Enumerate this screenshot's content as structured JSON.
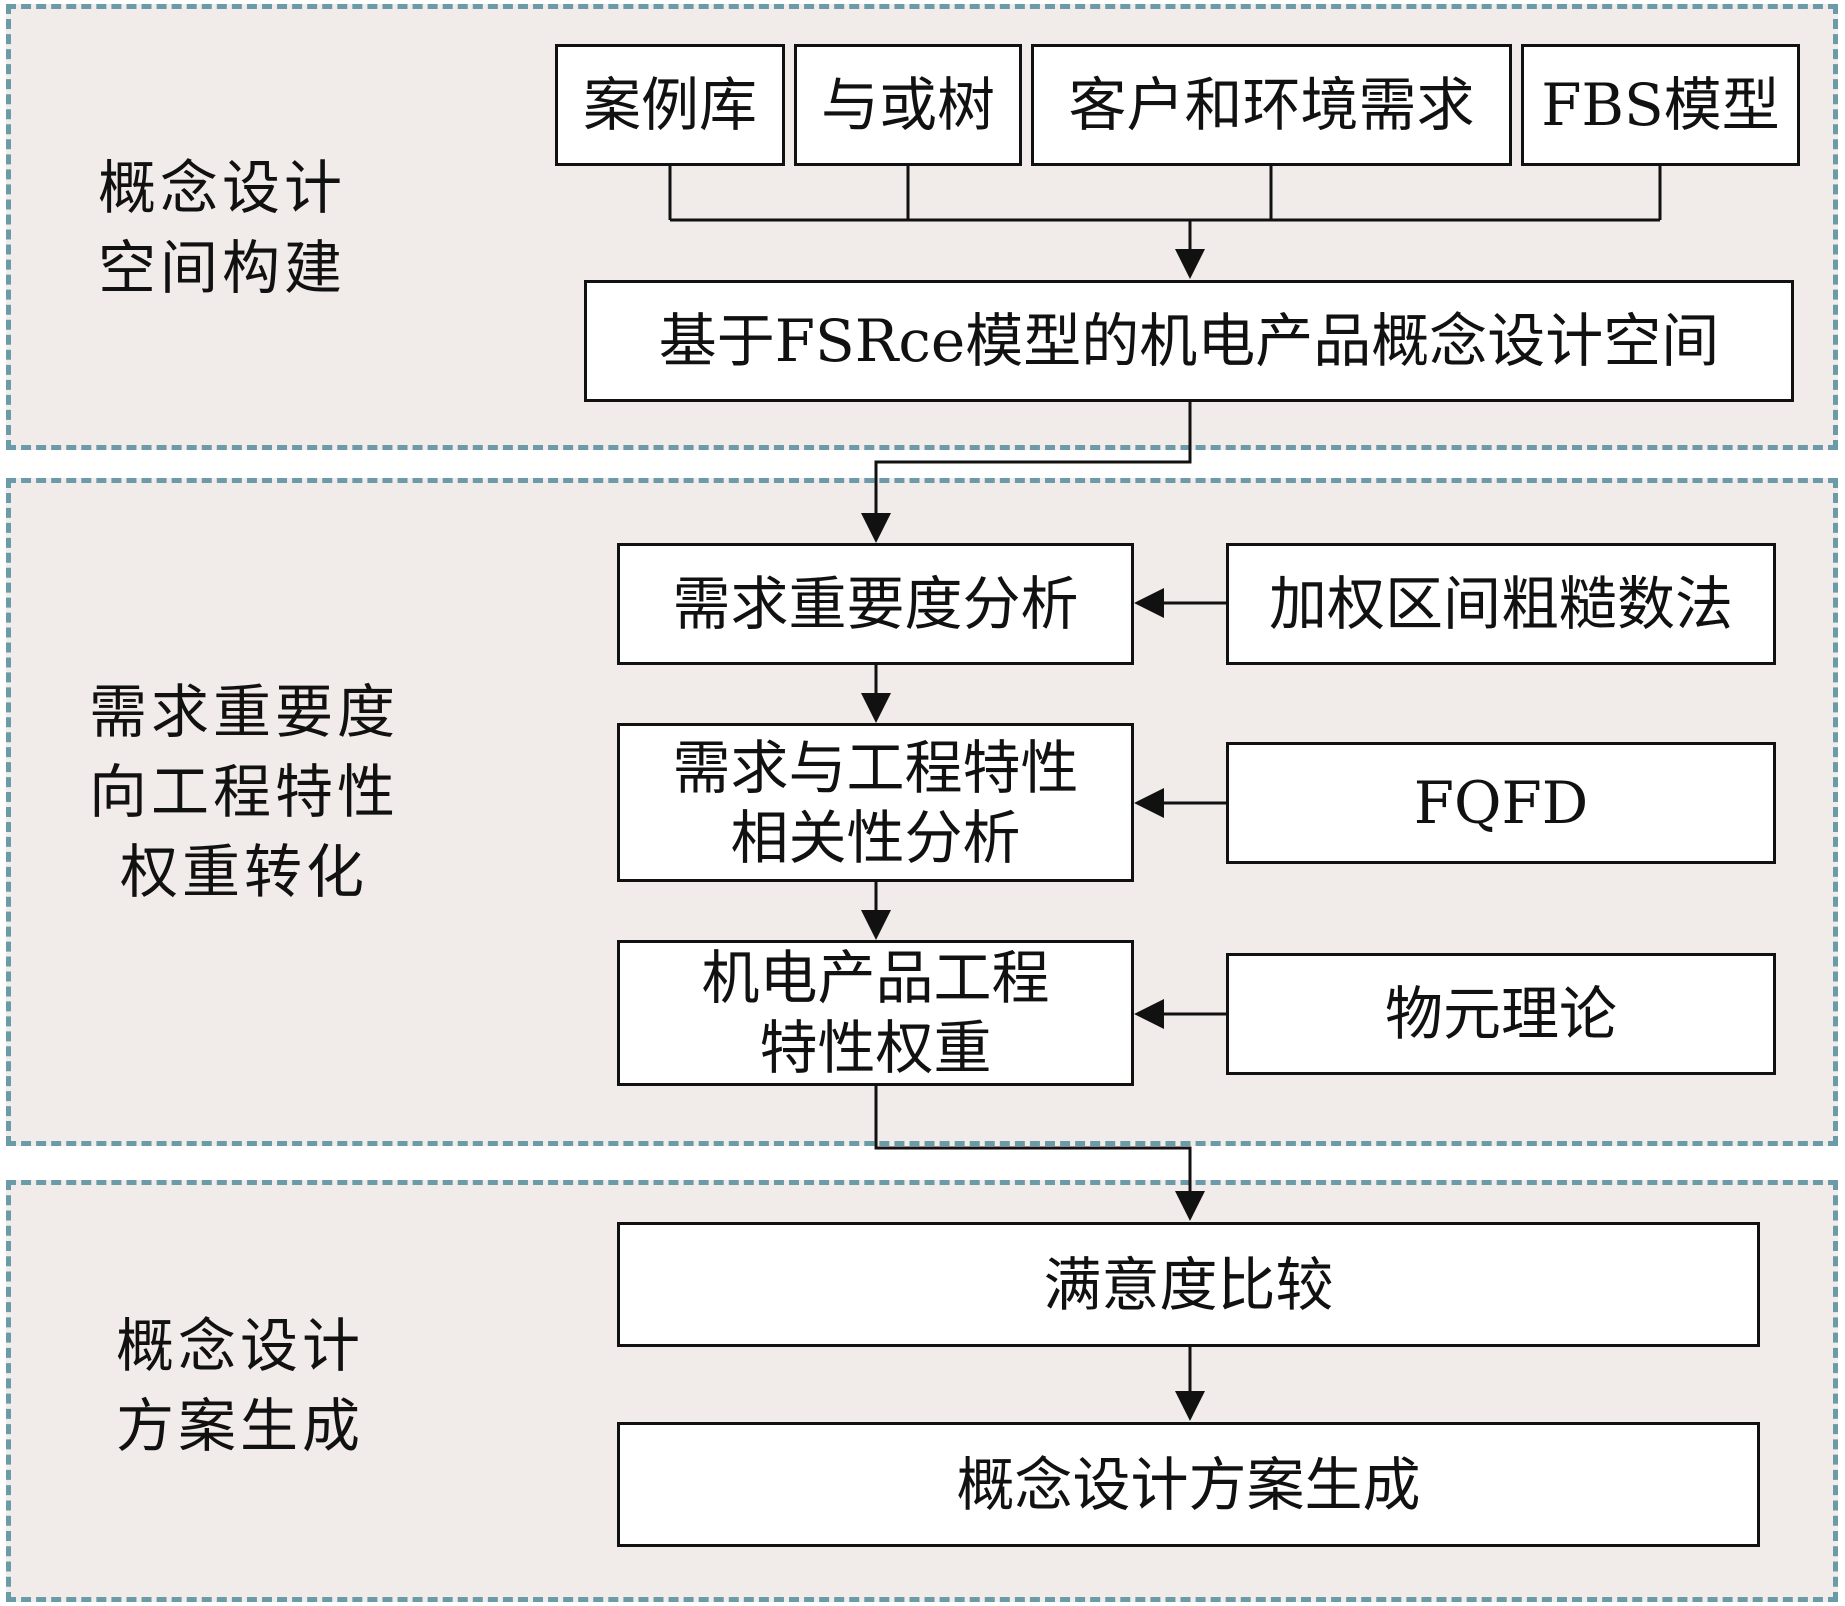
{
  "sections": {
    "construction": {
      "label_lines": [
        "概念设计",
        "空间构建"
      ]
    },
    "conversion": {
      "label_lines": [
        "需求重要度",
        "向工程特性",
        "权重转化"
      ]
    },
    "generation": {
      "label_lines": [
        "概念设计",
        "方案生成"
      ]
    }
  },
  "nodes": {
    "case_library": "案例库",
    "and_or_tree": "与或树",
    "customer_env_requirements": "客户和环境需求",
    "fbs_model": "FBS模型",
    "design_space": "基于FSRce模型的机电产品概念设计空间",
    "requirement_importance": "需求重要度分析",
    "weighted_interval_rough": "加权区间粗糙数法",
    "correlation_lines": [
      "需求与工程特性",
      "相关性分析"
    ],
    "fqfd": "FQFD",
    "eng_weight_lines": [
      "机电产品工程",
      "特性权重"
    ],
    "matter_element": "物元理论",
    "satisfaction": "满意度比较",
    "scheme_generation": "概念设计方案生成"
  },
  "colors": {
    "section_fill": "#f1ecea",
    "section_border": "#6b9ba8",
    "line": "#111111"
  }
}
